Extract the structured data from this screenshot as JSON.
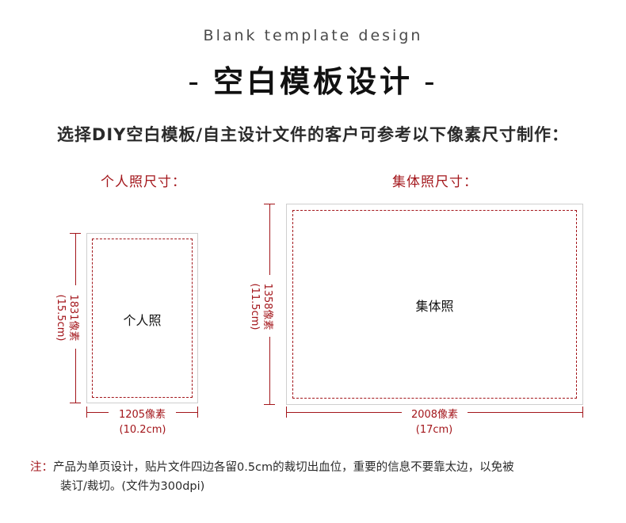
{
  "header": {
    "subtitle_en": "Blank template design",
    "title_dash_left": "-",
    "title": "空白模板设计",
    "title_dash_right": "-"
  },
  "instruction": "选择DIY空白模板/自主设计文件的客户可参考以下像素尺寸制作：",
  "individual": {
    "section_label": "个人照尺寸：",
    "box_label": "个人照",
    "width_px_label": "1205像素",
    "width_cm_label": "(10.2cm)",
    "height_px_label": "1831像素",
    "height_cm_label": "(15.5cm)"
  },
  "group": {
    "section_label": "集体照尺寸：",
    "box_label": "集体照",
    "width_px_label": "2008像素",
    "width_cm_label": "(17cm)",
    "height_px_label": "1358像素",
    "height_cm_label": "(11.5cm)"
  },
  "note": {
    "label": "注：",
    "line1": "产品为单页设计，贴片文件四边各留0.5cm的裁切出血位，重要的信息不要靠太边，以免被",
    "line2": "装订/裁切。(文件为300dpi)"
  },
  "colors": {
    "accent_red": "#a3161b",
    "text_dark": "#111111",
    "frame_gray": "#cfcfcf"
  }
}
